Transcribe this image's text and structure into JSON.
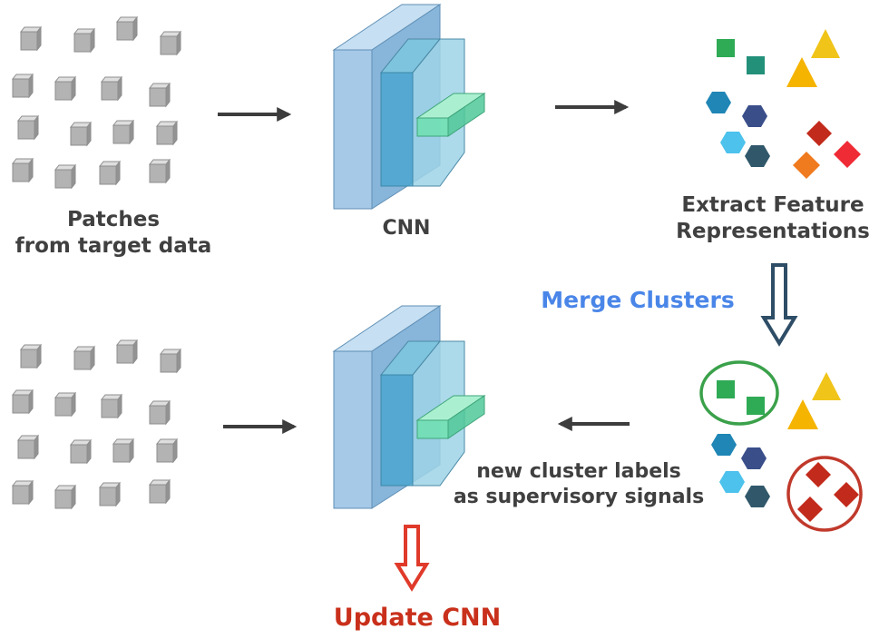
{
  "labels": {
    "patches_line1": "Patches",
    "patches_line2": "from target data",
    "cnn": "CNN",
    "extract_line1": "Extract Feature",
    "extract_line2": "Representations",
    "merge": "Merge Clusters",
    "new_line1": "new cluster labels",
    "new_line2": "as supervisory signals",
    "update": "Update CNN"
  },
  "colors": {
    "text_dark": "#404040",
    "merge_text": "#4a86e8",
    "update_text": "#c9301b",
    "cube_gray": "#b3b3b3",
    "cnn_blue": "#9cc3e6",
    "cnn_teal": "#4ba6cf",
    "kernel_green": "#6fe0b0",
    "green_square": "#2faa55",
    "teal_square": "#23907a",
    "yellow_triangle": "#f0c419",
    "blue_hexagon": "#1f86b5",
    "navy_hexagon": "#3a4f8a",
    "cyan_hexagon": "#4cc2ec",
    "slate_hexagon": "#30586a",
    "red_diamond": "#c22a1b",
    "orange_diamond": "#f07a1e",
    "bright_red_diamond": "#ef2b36",
    "green_cluster_ring": "#3aa14a",
    "red_cluster_ring": "#c0392b",
    "down_arrow_navy": "#2e4d66",
    "down_arrow_red": "#e03a2a",
    "arrow_dark": "#3d3d3d"
  },
  "icons": [
    "cube-icon",
    "square-icon",
    "triangle-icon",
    "hexagon-icon",
    "diamond-icon",
    "arrow-right-icon",
    "arrow-left-icon",
    "hollow-down-arrow-icon"
  ]
}
